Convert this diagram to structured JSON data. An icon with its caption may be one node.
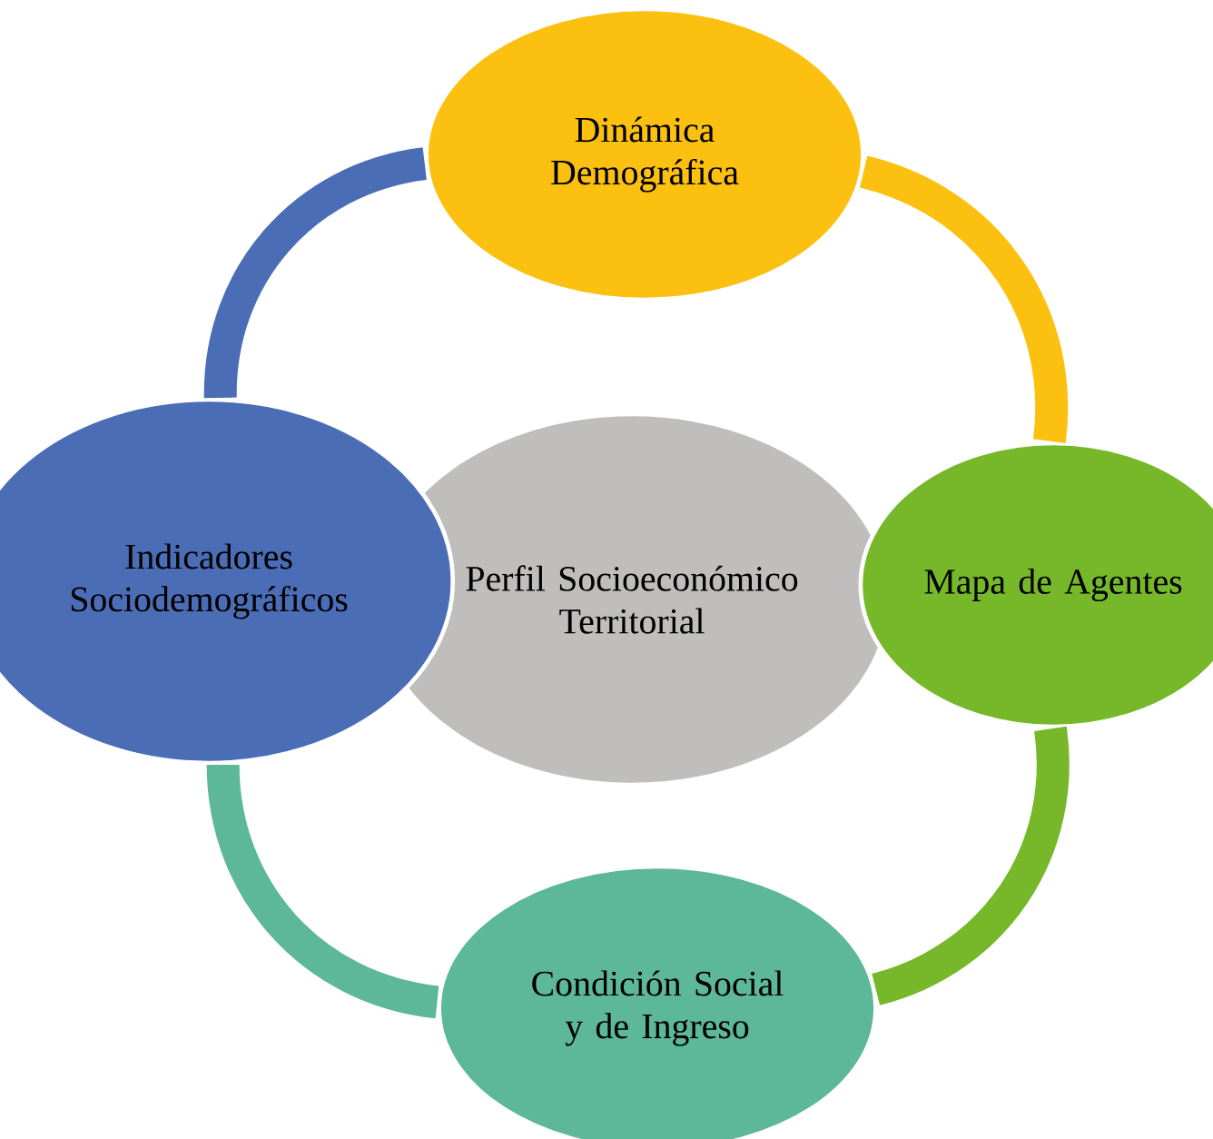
{
  "diagram": {
    "nodes": [
      {
        "text": [
          "Perfil Socioeconómico Territorial"
        ]
      },
      {
        "text": [
          "Dinámica Demográfica"
        ]
      },
      {
        "text": [
          "Mapa de Agentes"
        ]
      },
      {
        "text": [
          "Condición Social y de Ingreso"
        ]
      },
      {
        "text": [
          "Indicadores Sociodemográficos"
        ]
      }
    ],
    "edges": [
      {
        "from": 1,
        "to": 2,
        "arrow": "none",
        "color": "#fcc010"
      },
      {
        "from": 2,
        "to": 3,
        "arrow": "none",
        "color": "#76b82a"
      },
      {
        "from": 3,
        "to": 4,
        "arrow": "none",
        "color": "#5cb898"
      },
      {
        "from": 4,
        "to": 1,
        "arrow": "none",
        "color": "#4a6db5"
      }
    ]
  }
}
